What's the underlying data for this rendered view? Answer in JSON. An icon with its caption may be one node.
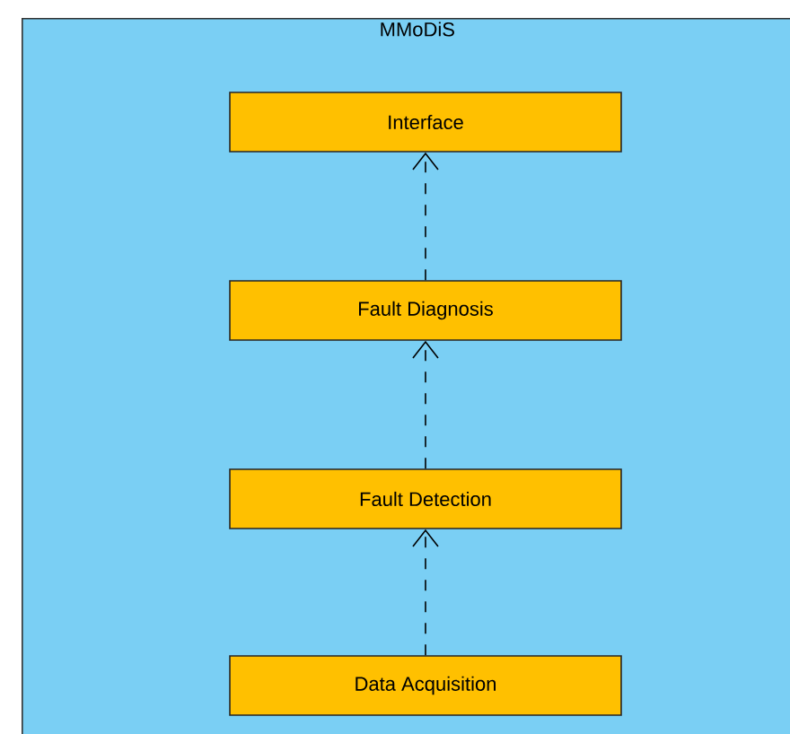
{
  "diagram": {
    "nodes": [
      {
        "text": [
          "MMoDiS"
        ]
      },
      {
        "text": [
          "Interface"
        ],
        "in": 0
      },
      {
        "text": [
          "Fault Diagnosis"
        ],
        "in": 0
      },
      {
        "text": [
          "Fault Detection"
        ],
        "in": 0
      },
      {
        "text": [
          "Data Acquisition"
        ],
        "in": 0
      }
    ],
    "edges": [
      {
        "from": 2,
        "to": 1,
        "arrow": "to",
        "style": "dashed"
      },
      {
        "from": 3,
        "to": 2,
        "arrow": "to",
        "style": "dashed"
      },
      {
        "from": 4,
        "to": 3,
        "arrow": "to",
        "style": "dashed"
      }
    ]
  }
}
